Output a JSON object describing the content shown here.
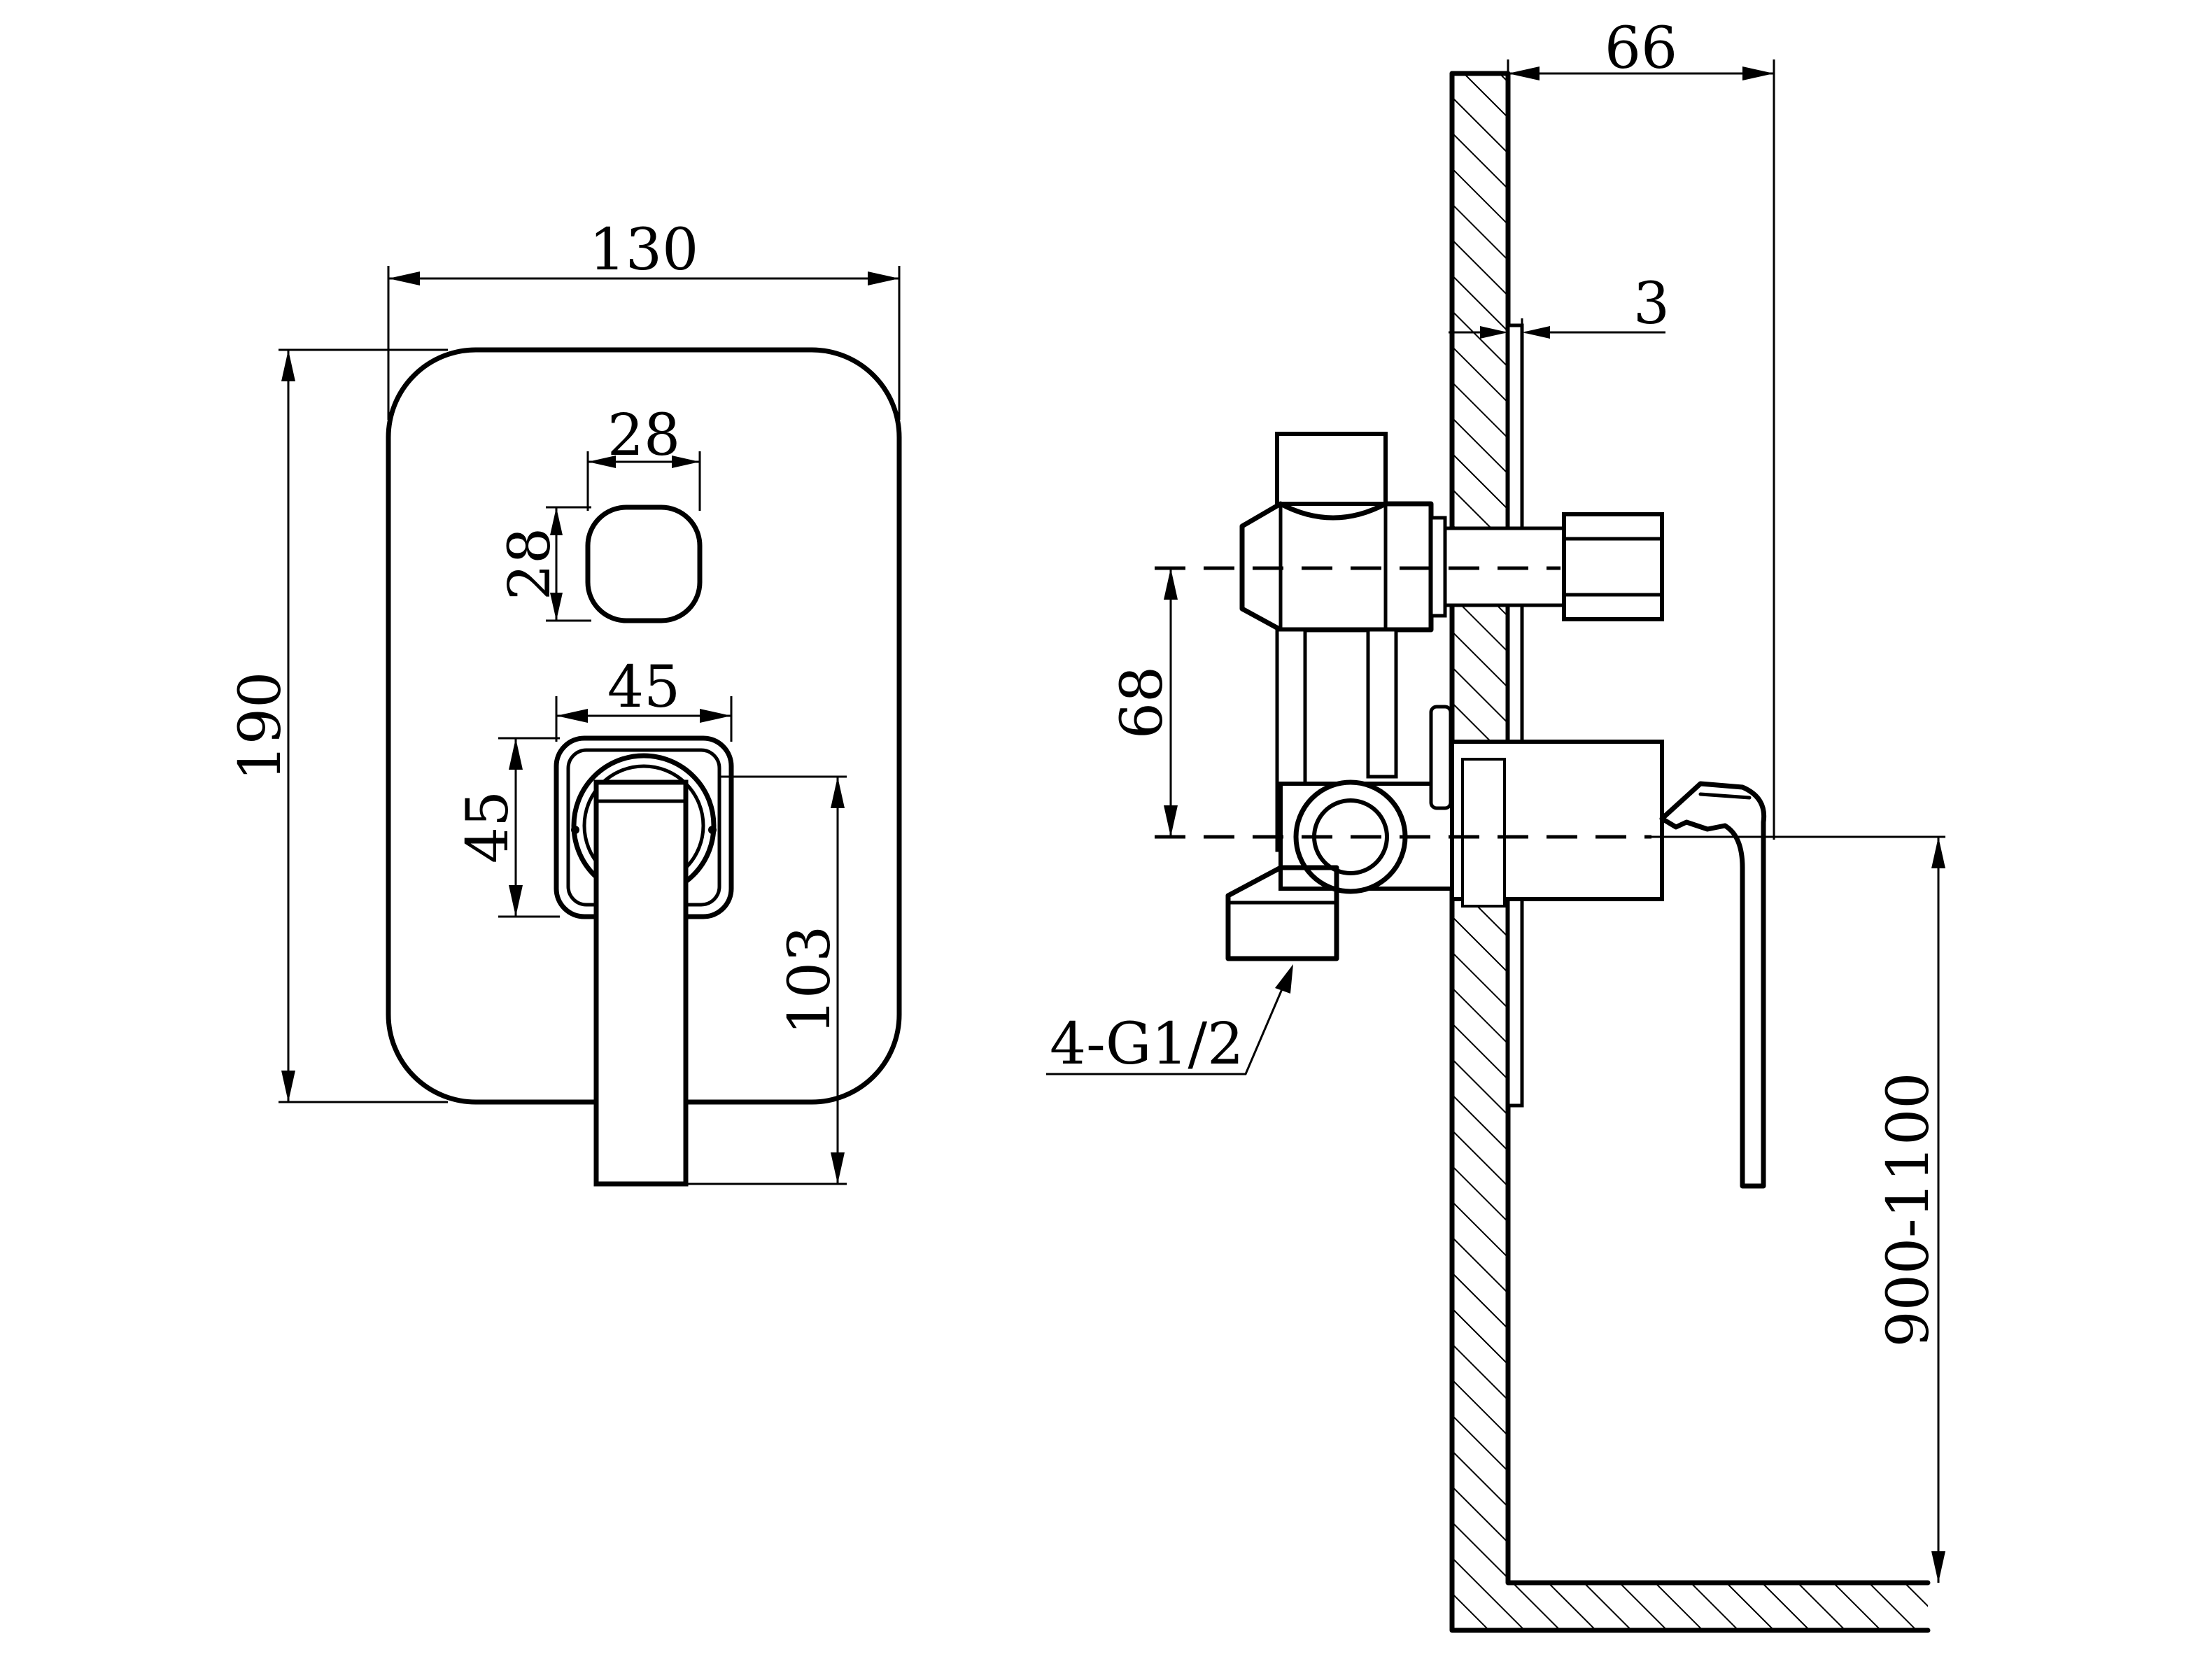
{
  "front_view": {
    "dim_width": "130",
    "dim_height": "190",
    "dim_button_width": "28",
    "dim_button_height": "28",
    "dim_cartridge_width": "45",
    "dim_cartridge_height": "45",
    "dim_handle_drop": "103"
  },
  "side_view": {
    "dim_depth": "66",
    "dim_plate_thickness": "3",
    "dim_port_spacing": "68",
    "dim_install_height": "900-1100",
    "label_connections": "4-G1/2"
  },
  "colors": {
    "line": "#000000",
    "background": "#ffffff"
  }
}
